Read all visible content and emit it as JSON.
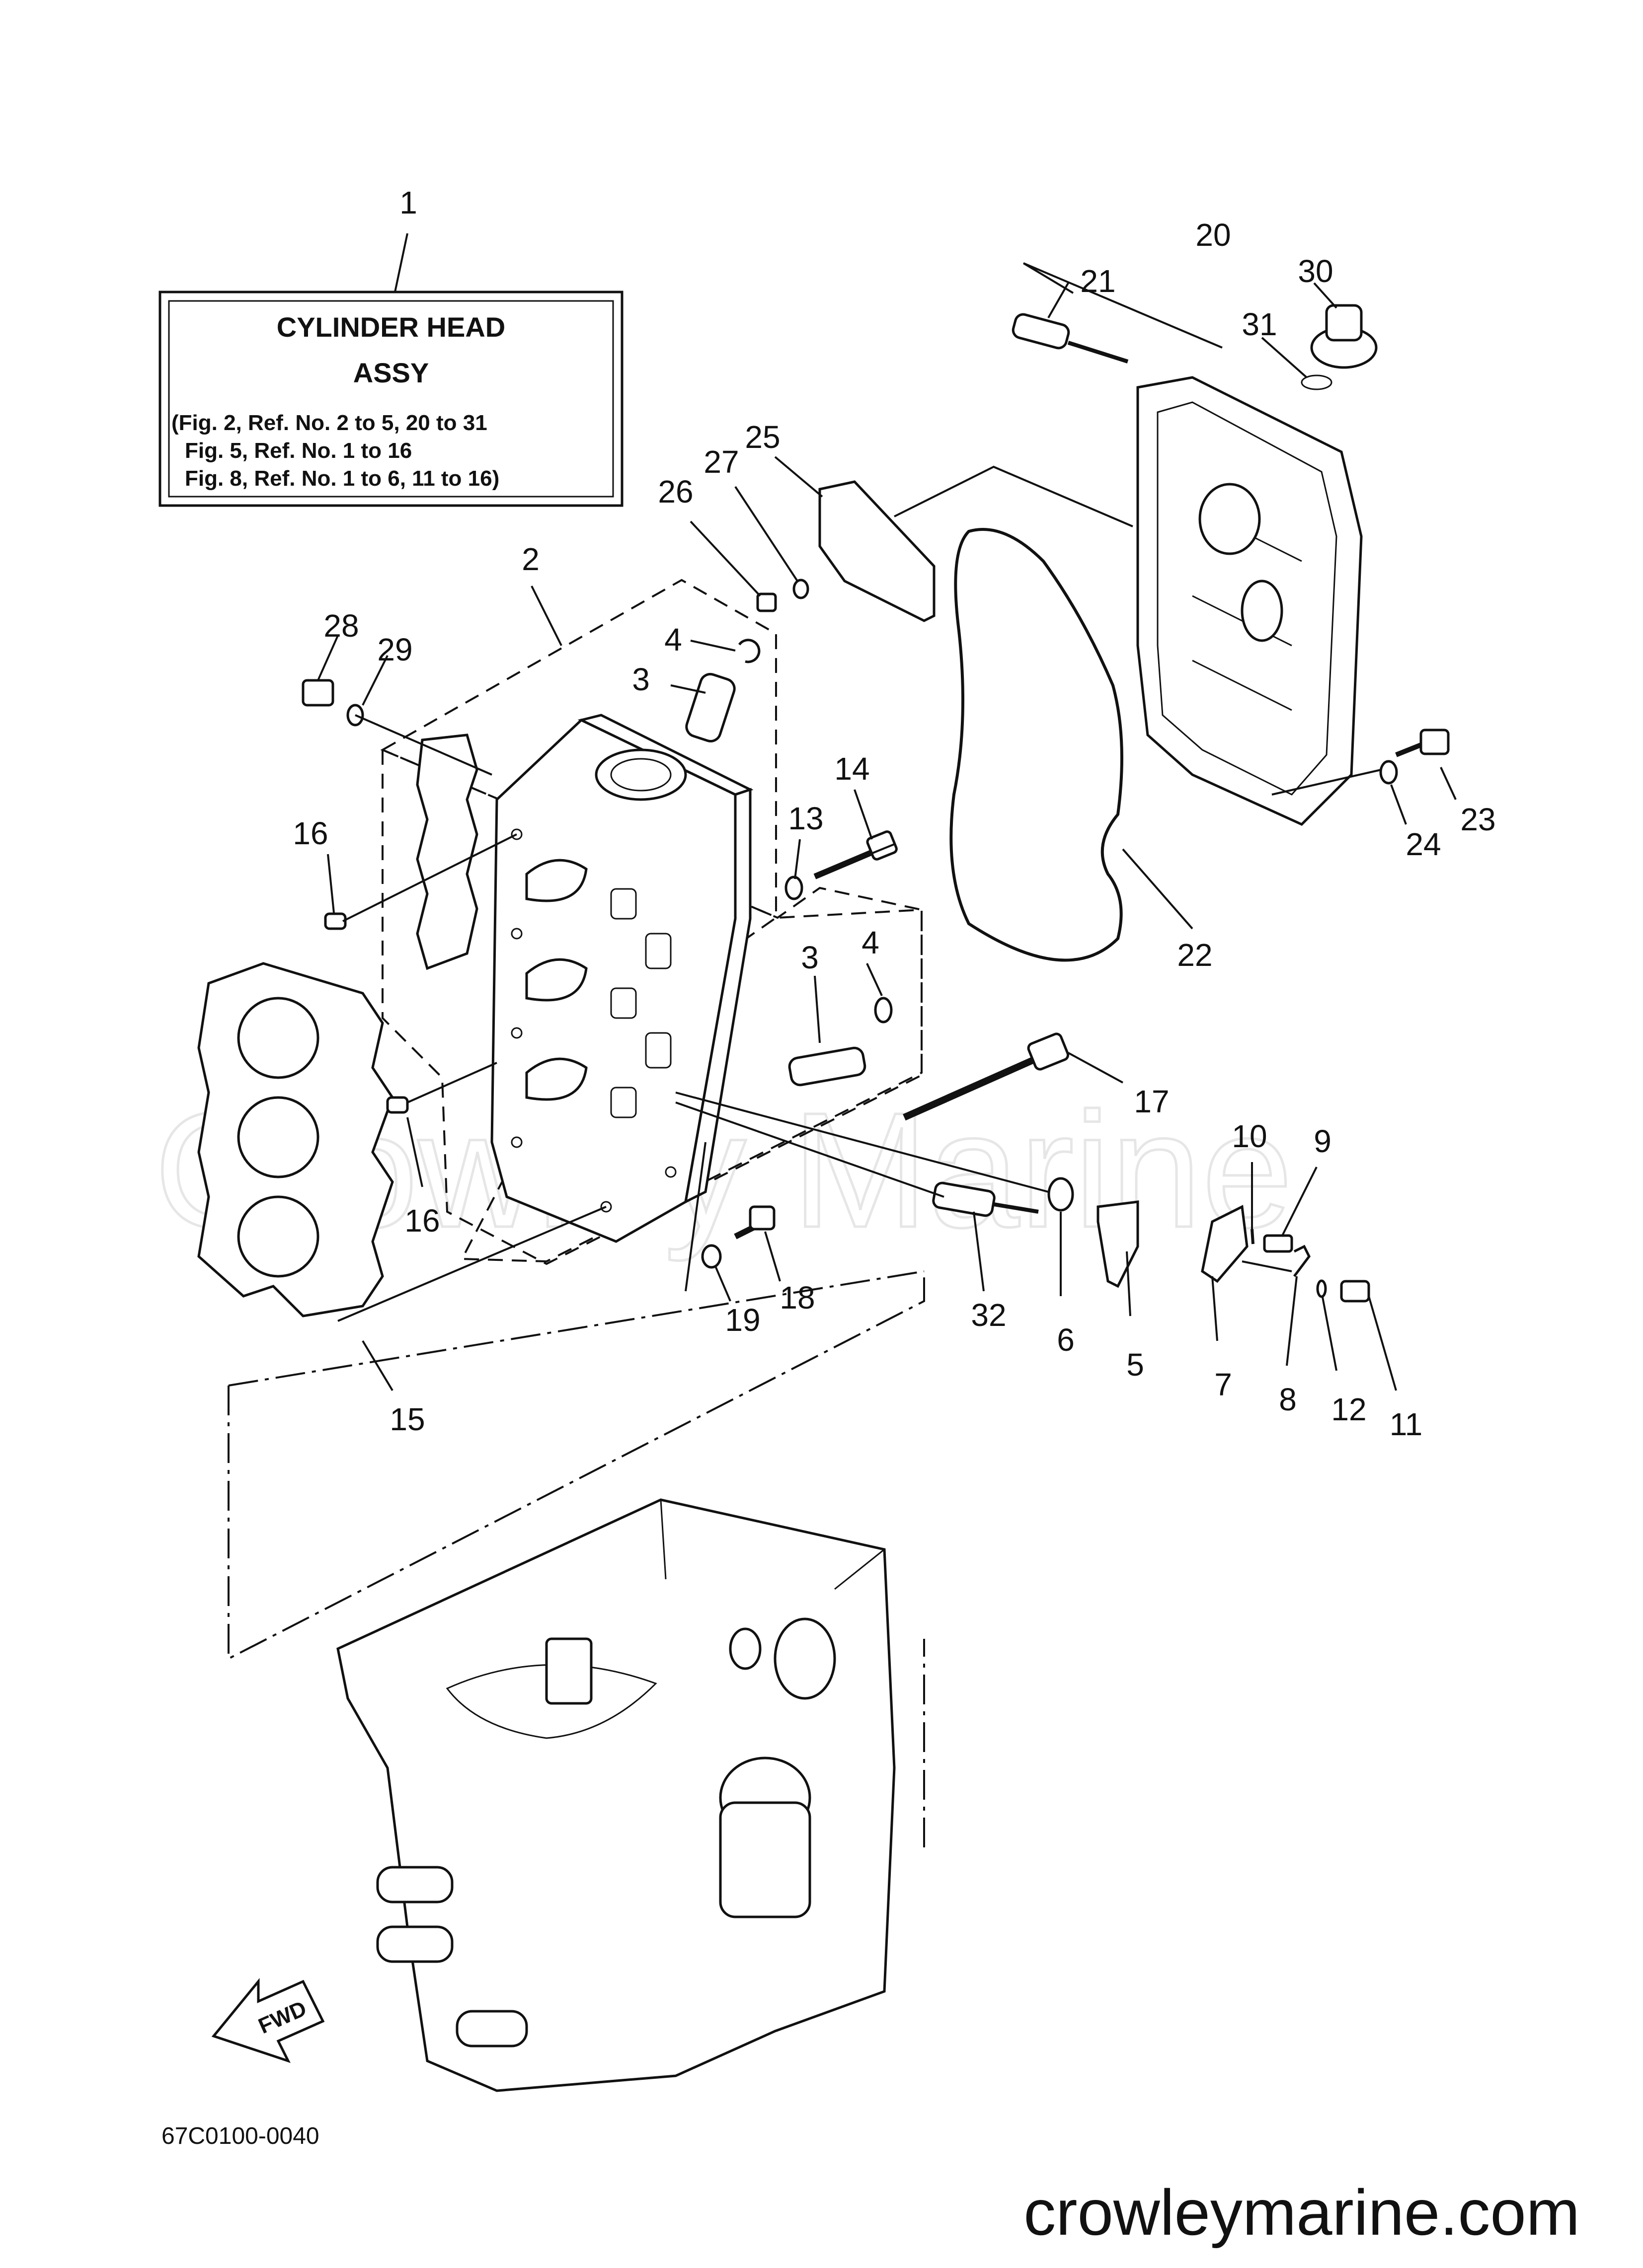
{
  "title_box": {
    "title_line1": "CYLINDER HEAD",
    "title_line2": "ASSY",
    "note_line1": "(Fig. 2, Ref. No. 2 to 5, 20 to 31",
    "note_line2": "Fig. 5, Ref. No. 1 to 16",
    "note_line3": "Fig. 8, Ref. No. 1 to 6, 11 to 16)"
  },
  "callouts": {
    "c1": "1",
    "c2": "2",
    "c3a": "3",
    "c3b": "3",
    "c4a": "4",
    "c4b": "4",
    "c5": "5",
    "c6": "6",
    "c7": "7",
    "c8": "8",
    "c9": "9",
    "c10": "10",
    "c11": "11",
    "c12": "12",
    "c13": "13",
    "c14": "14",
    "c15": "15",
    "c16a": "16",
    "c16b": "16",
    "c17": "17",
    "c18": "18",
    "c19": "19",
    "c20": "20",
    "c21": "21",
    "c22": "22",
    "c23": "23",
    "c24": "24",
    "c25": "25",
    "c26": "26",
    "c27": "27",
    "c28": "28",
    "c29": "29",
    "c30": "30",
    "c31": "31",
    "c32": "32"
  },
  "fwd_label": "FWD",
  "diagram_code": "67C0100-0040",
  "website": "crowleymarine.com",
  "watermark": "Crowley Marine"
}
